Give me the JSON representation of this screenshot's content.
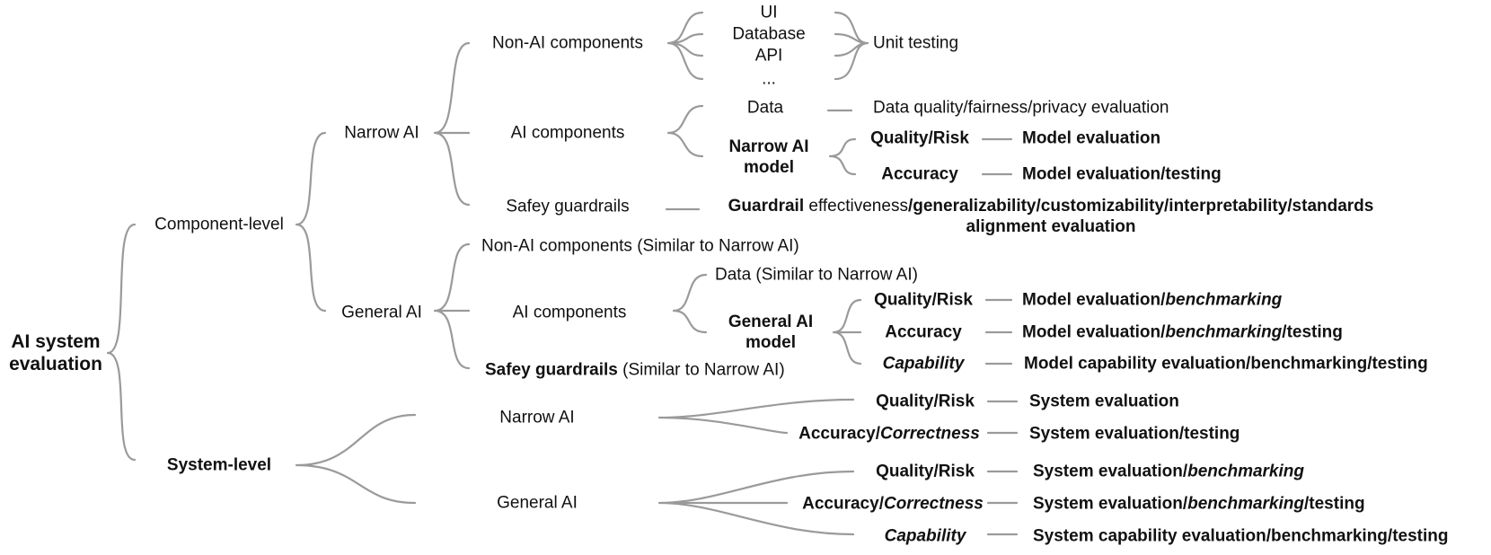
{
  "root": {
    "line1": "AI system",
    "line2": "evaluation"
  },
  "component_level": {
    "label": "Component-level",
    "narrow": {
      "label": "Narrow AI",
      "non_ai": {
        "label": "Non-AI components",
        "items": [
          "UI",
          "Database",
          "API",
          "..."
        ],
        "method": "Unit testing"
      },
      "ai_components": {
        "label": "AI components",
        "data": {
          "label": "Data",
          "method": "Data quality/fairness/privacy evaluation"
        },
        "model": {
          "line1": "Narrow AI",
          "line2": "model",
          "quality": {
            "label": "Quality/Risk",
            "method": "Model evaluation"
          },
          "accuracy": {
            "label": "Accuracy",
            "method": "Model evaluation/testing"
          }
        }
      },
      "guardrails": {
        "label": "Safey guardrails",
        "method": {
          "b1": "Guardrail",
          "r1": " effectiveness",
          "b2": "/generalizability/customizability/interpretability/standards",
          "line2": "alignment evaluation"
        }
      }
    },
    "general": {
      "label": "General AI",
      "non_ai": {
        "label": "Non-AI components (Similar to Narrow AI)"
      },
      "ai_components": {
        "label": "AI components",
        "data": {
          "label": "Data (Similar to Narrow AI)"
        },
        "model": {
          "line1": "General AI",
          "line2": "model",
          "quality": {
            "label": "Quality/Risk",
            "m1": "Model evaluation/",
            "m2": "benchmarking"
          },
          "accuracy": {
            "label": "Accuracy",
            "m1": "Model evaluation/",
            "m2": "benchmarking",
            "m3": "/testing"
          },
          "capability": {
            "label": "Capability",
            "method": "Model capability evaluation/benchmarking/testing"
          }
        }
      },
      "guardrails": {
        "b": "Safey guardrails",
        "r": " (Similar to Narrow AI)"
      }
    }
  },
  "system_level": {
    "label": "System-level",
    "narrow": {
      "label": "Narrow AI",
      "quality": {
        "label": "Quality/Risk",
        "method": "System evaluation"
      },
      "accuracy": {
        "b": "Accuracy/",
        "i": "Correctness",
        "method": "System evaluation/testing"
      }
    },
    "general": {
      "label": "General AI",
      "quality": {
        "label": "Quality/Risk",
        "m1": "System evaluation/",
        "m2": "benchmarking"
      },
      "accuracy": {
        "b": "Accuracy/",
        "i": "Correctness",
        "m1": "System evaluation/",
        "m2": "benchmarking",
        "m3": "/testing"
      },
      "capability": {
        "label": "Capability",
        "method": "System capability evaluation/benchmarking/testing"
      }
    }
  }
}
